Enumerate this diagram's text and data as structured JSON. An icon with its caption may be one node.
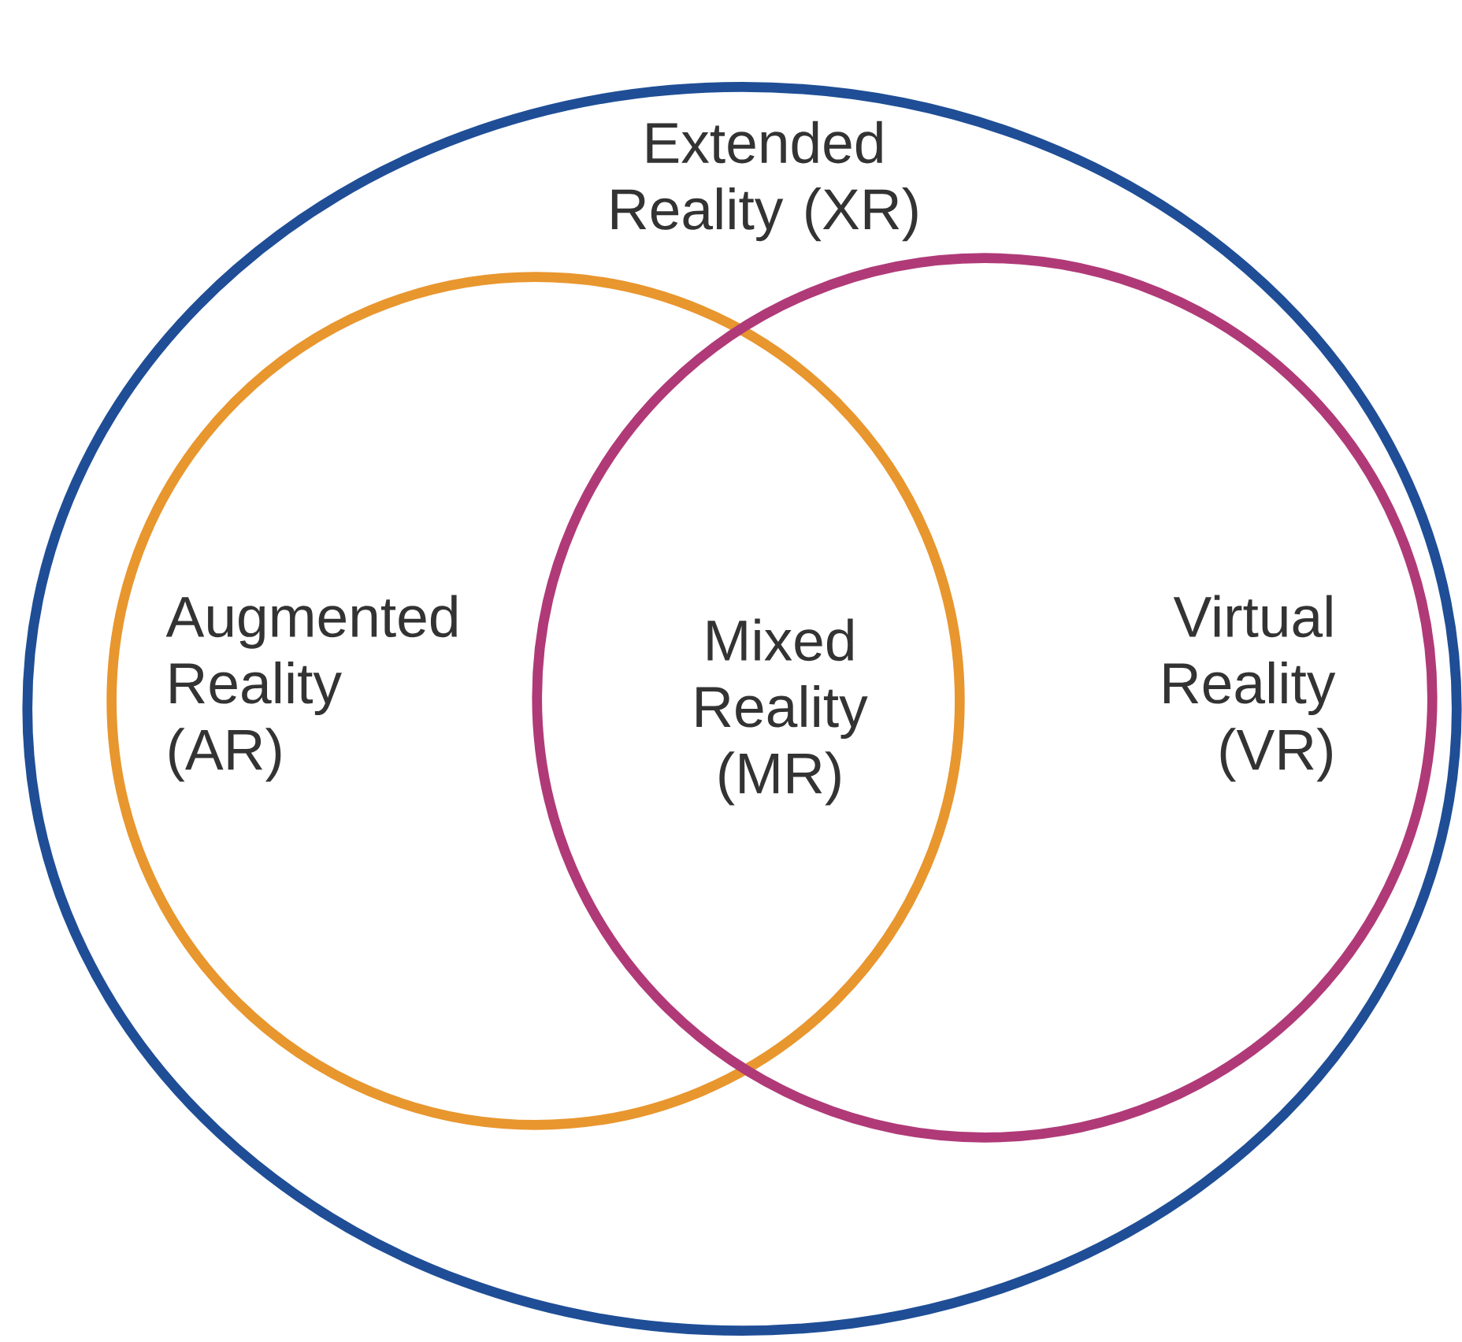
{
  "diagram": {
    "nodes": [
      {
        "text": [
          "Extended Reality (XR)"
        ]
      },
      {
        "text": [
          "Augmented Reality (AR)"
        ],
        "in": 0
      },
      {
        "text": [
          "Virtual Reality (VR)"
        ],
        "in": 0
      }
    ],
    "labels": [
      "Mixed Reality (MR)"
    ]
  }
}
